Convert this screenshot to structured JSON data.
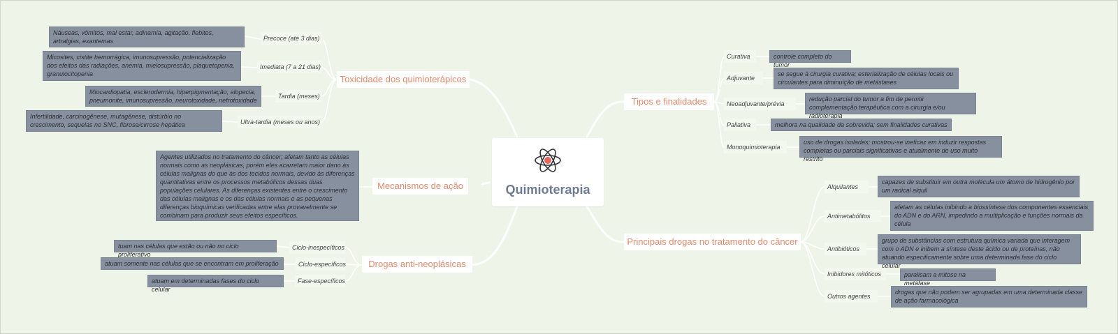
{
  "center": {
    "title": "Quimioterapia",
    "icon": "atom-icon"
  },
  "colors": {
    "background": "#eef5e8",
    "branch_text": "#e08a6c",
    "box_fill": "#87909f",
    "line": "#ffffff"
  },
  "toxicidade": {
    "label": "Toxicidade dos quimioterápicos",
    "items": [
      {
        "label": "Precoce (até 3 dias)",
        "text": "Náuseas, vômitos, mal estar, adinamia, agitação, flebites, artralgias, exantemas"
      },
      {
        "label": "Imediata (7 a 21 dias)",
        "text": "Micosites, cistite hemorrágica, imunosupressão, potencialização dos efeitos das radiações, anemia, mielosupressão, plaquetopenia, granulocitopenia"
      },
      {
        "label": "Tardia (meses)",
        "text": "Miocardiopatia, esclerodermia, hiperpigmentação, alopecia, pneumonite, imunosupressão, neurotoxidade, nefrotoxidade"
      },
      {
        "label": "Ultra-tardia (meses ou anos)",
        "text": "Infertilidade, carcinogênese, mutagênese, distúrbio no crescimento, sequelas no SNC, fibrose/cirrose hepática"
      }
    ]
  },
  "mecanismos": {
    "label": "Mecanismos de ação",
    "text": "Agentes utilizados no tratamento do câncer; afetam tanto as células normais como as neoplásicas, porém eles acarretam maior dano às células malignas do que às dos tecidos normais, devido às diferenças quantitativas entre os processos metabólicos dessas duas populações celulares. As diferenças existentes entre o crescimento das células malignas e os das células normais e as pequenas diferenças bioquímicas verificadas entre elas provavelmente se combinam para produzir seus efeitos específicos."
  },
  "drogas_anti": {
    "label": "Drogas anti-neoplásicas",
    "items": [
      {
        "label": "Ciclo-inespecíficos",
        "text": "tuam nas células que estão ou não no ciclo proliferativo"
      },
      {
        "label": "Ciclo-específicos",
        "text": "atuam somente nas células que se encontram em proliferação"
      },
      {
        "label": "Fase-específicos",
        "text": "atuam em determinadas fases do ciclo celular"
      }
    ]
  },
  "tipos": {
    "label": "Tipos e finalidades",
    "items": [
      {
        "label": "Curativa",
        "text": "controle completo do tumor"
      },
      {
        "label": "Adjuvante",
        "text": "se segue à cirurgia curativa; esterialização de células locais ou circulantes para diminuição de metástases"
      },
      {
        "label": "Neoadjuvante/prévia",
        "text": "redução parcial do tumor a fim de permtir complementação terapêutica com a cirurgia e/ou radioterapia"
      },
      {
        "label": "Paliativa",
        "text": "melhora na qualidade da sobrevida; sem finalidades curativas"
      },
      {
        "label": "Monoquimioterapia",
        "text": "uso de drogas isoladas; mostrou-se ineficaz em induzir respostas completas ou parciais significativas e atualmente de uso muito restrito"
      }
    ]
  },
  "principais": {
    "label": "Principais drogas no tratamento do câncer",
    "items": [
      {
        "label": "Alquilantes",
        "text": "capazes de substituir em outra molécula um átomo de hidrogênio por um radical alquil"
      },
      {
        "label": "Antimetabólitos",
        "text": "afetam as células inibindo a biossíntese dos componentes essenciais do ADN e do ARN, impedindo a multiplicação e funções normais da célula"
      },
      {
        "label": "Antibióticos",
        "text": "grupo de substâncias com estrutura química variada que interagem com o ADN e inibem a síntese deste ácido ou de proteínas, não atuando especificamente sobre uma determinada fase do ciclo celular"
      },
      {
        "label": "Inibidores mitóticos",
        "text": "paralisam a mitose na metáfase"
      },
      {
        "label": "Outros agentes",
        "text": "drogas que não podem ser agrupadas em uma determinada classe de ação farmacológica"
      }
    ]
  }
}
